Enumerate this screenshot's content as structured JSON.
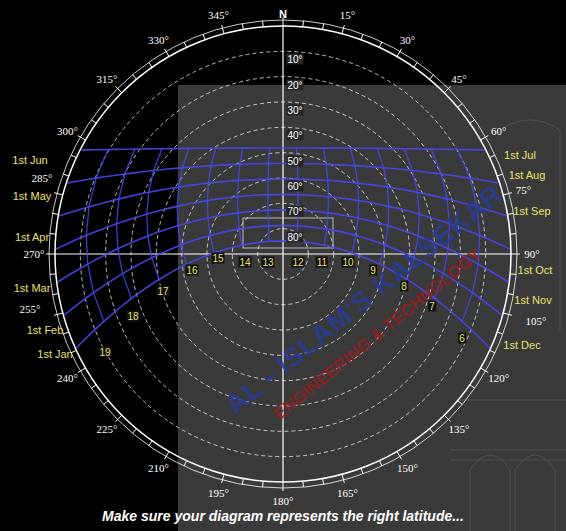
{
  "diagram": {
    "caption": "Make sure your diagram represents the right latitude...",
    "labels": [
      "N",
      "15°",
      "30°",
      "45°",
      "60°",
      "75°",
      "90°",
      "105°",
      "120°",
      "135°",
      "150°",
      "165°",
      "180°",
      "195°",
      "210°",
      "225°",
      "240°",
      "255°",
      "270°",
      "285°",
      "300°",
      "315°",
      "330°",
      "345°",
      "10°",
      "20°",
      "30°",
      "40°",
      "50°",
      "60°",
      "70°",
      "80°",
      "1st Jun",
      "1st May",
      "1st Apr",
      "1st Mar",
      "1st Feb",
      "1st Jan",
      "1st Jul",
      "1st Aug",
      "1st Sep",
      "1st Oct",
      "1st Nov",
      "1st Dec",
      "19",
      "18",
      "17",
      "16",
      "15",
      "14",
      "13",
      "12",
      "11",
      "10",
      "9",
      "8",
      "7",
      "6",
      "AL - ISLAM'S KALSEKAR",
      "ENGINEERING & TECHNOLOGY"
    ]
  }
}
